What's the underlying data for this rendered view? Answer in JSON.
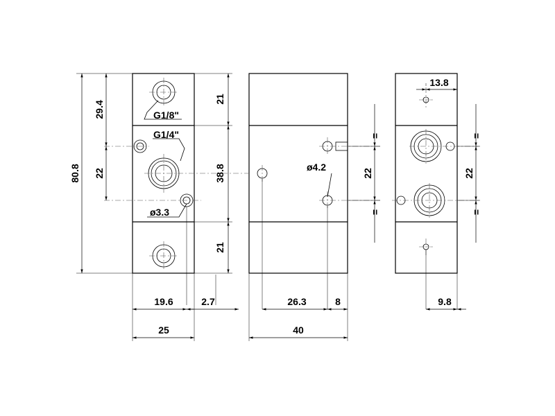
{
  "dimensions": {
    "overall_height": "80.8",
    "top_to_port": "29.4",
    "port_spacing": "22",
    "section_top": "21",
    "section_mid": "38.8",
    "section_bottom": "21",
    "hole_offset_x": "19.6",
    "side_offset": "2.7",
    "front_width": "25",
    "side_offset_x": "26.3",
    "pin_offset": "8",
    "side_width": "40",
    "side_port_spacing": "22",
    "rear_port_spacing": "22",
    "rear_top_offset": "13.8",
    "rear_bottom_offset": "9.8",
    "equal_mark": "="
  },
  "callouts": {
    "thread_small": "G1/8\"",
    "thread_large": "G1/4\"",
    "hole_small": "ø3.3",
    "hole_medium": "ø4.2"
  }
}
